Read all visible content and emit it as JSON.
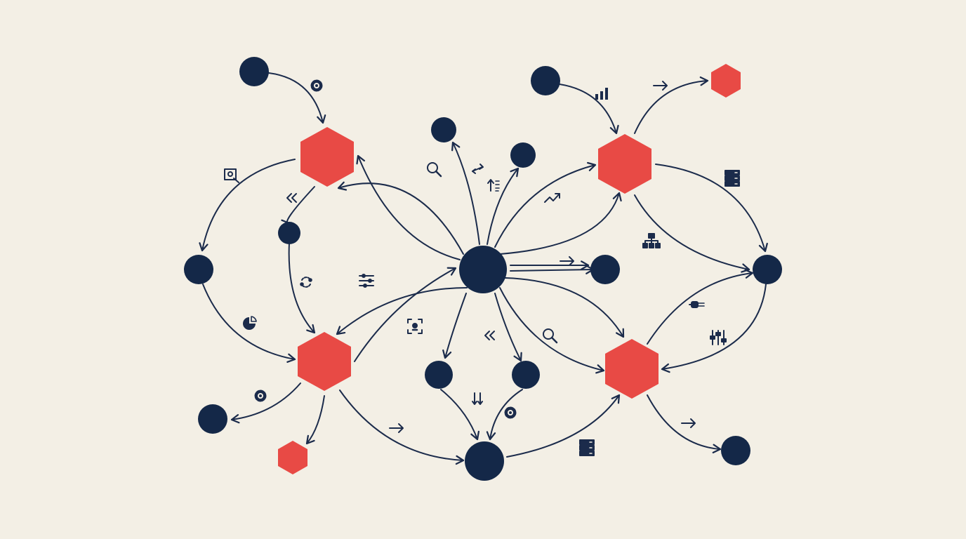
{
  "colors": {
    "background": "#f3efe5",
    "circle_node": "#142848",
    "hexagon_node": "#e84a45",
    "edge": "#1b2b4b",
    "icon": "#1b2b4b"
  },
  "nodes": [
    {
      "name": "hub-node",
      "shape": "circle"
    },
    {
      "name": "hex-node-top-left",
      "shape": "hexagon"
    },
    {
      "name": "hex-node-bottom-left",
      "shape": "hexagon"
    },
    {
      "name": "hex-node-top-right",
      "shape": "hexagon"
    },
    {
      "name": "hex-node-bottom-right",
      "shape": "hexagon"
    },
    {
      "name": "hex-node-small-top-right",
      "shape": "hexagon"
    },
    {
      "name": "hex-node-small-bottom-left",
      "shape": "hexagon"
    },
    {
      "name": "circle-node-far-top-left",
      "shape": "circle"
    },
    {
      "name": "circle-node-left",
      "shape": "circle"
    },
    {
      "name": "circle-node-mid-left",
      "shape": "circle"
    },
    {
      "name": "circle-node-bottom-left",
      "shape": "circle"
    },
    {
      "name": "circle-node-top-center-left",
      "shape": "circle"
    },
    {
      "name": "circle-node-top-center-right",
      "shape": "circle"
    },
    {
      "name": "circle-node-top-right",
      "shape": "circle"
    },
    {
      "name": "circle-node-right-of-hub",
      "shape": "circle"
    },
    {
      "name": "circle-node-far-right",
      "shape": "circle"
    },
    {
      "name": "circle-node-below-hub-left",
      "shape": "circle"
    },
    {
      "name": "circle-node-below-hub-right",
      "shape": "circle"
    },
    {
      "name": "circle-node-bottom-center",
      "shape": "circle"
    },
    {
      "name": "circle-node-bottom-right",
      "shape": "circle"
    }
  ],
  "icons": [
    "gear-icon",
    "document-icon",
    "double-chevron-left-icon",
    "cycle-icon",
    "pie-chart-icon",
    "gear-icon",
    "search-icon",
    "swap-arrows-icon",
    "sort-icon",
    "sliders-icon",
    "focus-frame-icon",
    "double-chevron-left-icon",
    "down-arrows-icon",
    "gear-icon",
    "arrow-right-icon",
    "bar-chart-icon",
    "arrow-right-icon",
    "trend-up-icon",
    "database-icon",
    "hierarchy-icon",
    "arrow-right-icon",
    "search-icon",
    "plug-icon",
    "equalizer-icon",
    "arrow-right-icon",
    "database-icon"
  ]
}
